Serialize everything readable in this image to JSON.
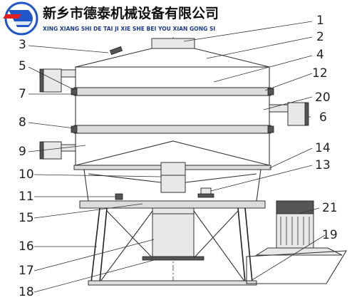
{
  "header": {
    "company_name_cn": "新乡市德泰机械设备有限公司",
    "company_name_en": "XING XIANG SHI DE TAI JI XIE SHE BEI YOU XIAN GONG SI",
    "logo_letter": "D"
  },
  "colors": {
    "logo_blue": "#1f57c8",
    "logo_red": "#e02020",
    "line": "#333333"
  },
  "callouts": {
    "n1": "1",
    "n2": "2",
    "n3": "3",
    "n4": "4",
    "n5": "5",
    "n6": "6",
    "n7": "7",
    "n8": "8",
    "n9": "9",
    "n10": "10",
    "n11": "11",
    "n12": "12",
    "n13": "13",
    "n14": "14",
    "n15": "15",
    "n16": "16",
    "n17": "17",
    "n18": "18",
    "n19": "19",
    "n20": "20",
    "n21": "21"
  }
}
